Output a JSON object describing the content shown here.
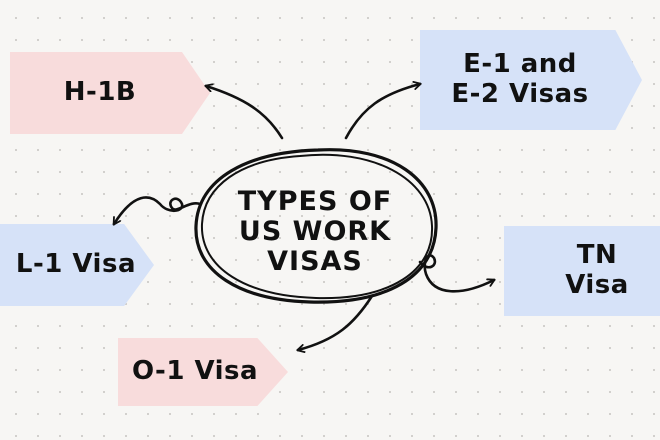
{
  "center_topic": {
    "line1": "TYPES OF",
    "line2": "US WORK",
    "line3": "VISAS"
  },
  "nodes": {
    "h1b": {
      "label": "H-1B"
    },
    "e1e2": {
      "line1": "E-1 and",
      "line2": "E-2 Visas"
    },
    "l1": {
      "label": "L-1 Visa"
    },
    "tn": {
      "line1": "TN",
      "line2": "Visa"
    },
    "o1": {
      "label": "O-1 Visa"
    }
  },
  "colors": {
    "pink_tag": "#f8dcdc",
    "blue_tag": "#d6e2f8",
    "ink": "#111111",
    "background": "#f7f6f4"
  }
}
